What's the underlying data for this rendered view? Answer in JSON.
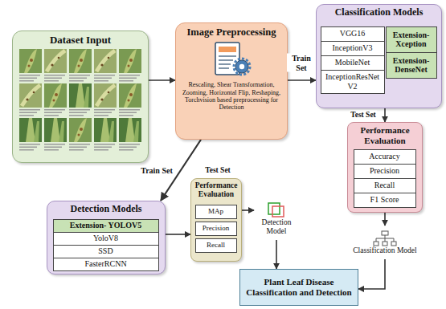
{
  "diagram": {
    "nodes": [
      {
        "text": [
          "Dataset Input"
        ]
      },
      {
        "text": [
          "Image Preprocessing",
          "Rescaling, Shear Transformation, Zooming, Horizontal Flip, Reshaping, Torchvision based preprocessing for Detection"
        ]
      },
      {
        "text": [
          "Classification Models"
        ]
      },
      {
        "text": [
          "VGG16"
        ],
        "in": 2
      },
      {
        "text": [
          "InceptionV3"
        ],
        "in": 2
      },
      {
        "text": [
          "MobileNet"
        ],
        "in": 2
      },
      {
        "text": [
          "InceptionResNet V2"
        ],
        "in": 2
      },
      {
        "text": [
          "Extension-Xception"
        ],
        "in": 2
      },
      {
        "text": [
          "Extension-DenseNet"
        ],
        "in": 2
      },
      {
        "text": [
          "Performance Evaluation"
        ]
      },
      {
        "text": [
          "Accuracy"
        ],
        "in": 9
      },
      {
        "text": [
          "Precision"
        ],
        "in": 9
      },
      {
        "text": [
          "Recall"
        ],
        "in": 9
      },
      {
        "text": [
          "F1 Score"
        ],
        "in": 9
      },
      {
        "text": [
          "Classification Model"
        ]
      },
      {
        "text": [
          "Detection Models"
        ]
      },
      {
        "text": [
          "Extension- YOLOV5"
        ],
        "in": 15
      },
      {
        "text": [
          "YoloV8"
        ],
        "in": 15
      },
      {
        "text": [
          "SSD"
        ],
        "in": 15
      },
      {
        "text": [
          "FasterRCNN"
        ],
        "in": 15
      },
      {
        "text": [
          "Performance Evaluation"
        ]
      },
      {
        "text": [
          "MAp"
        ],
        "in": 20
      },
      {
        "text": [
          "Precision"
        ],
        "in": 20
      },
      {
        "text": [
          "Recall"
        ],
        "in": 20
      },
      {
        "text": [
          "Detection Model"
        ]
      },
      {
        "text": [
          "Plant Leaf Disease Classification and Detection"
        ]
      }
    ],
    "edges": [
      {
        "from": 0,
        "to": 1,
        "arrow": "to"
      },
      {
        "from": 1,
        "to": 2,
        "label": "Train Set",
        "arrow": "to"
      },
      {
        "from": 2,
        "to": 9,
        "label": "Test Set",
        "arrow": "to"
      },
      {
        "from": 9,
        "to": 14,
        "arrow": "to"
      },
      {
        "from": 1,
        "to": 15,
        "label": "Train Set",
        "arrow": "to"
      },
      {
        "from": 15,
        "to": 20,
        "arrow": "to"
      },
      {
        "from": 20,
        "to": 24,
        "arrow": "to"
      },
      {
        "from": 24,
        "to": 25,
        "arrow": "to"
      },
      {
        "from": 14,
        "to": 25,
        "arrow": "to"
      }
    ],
    "labels": [
      "Test Set"
    ]
  }
}
